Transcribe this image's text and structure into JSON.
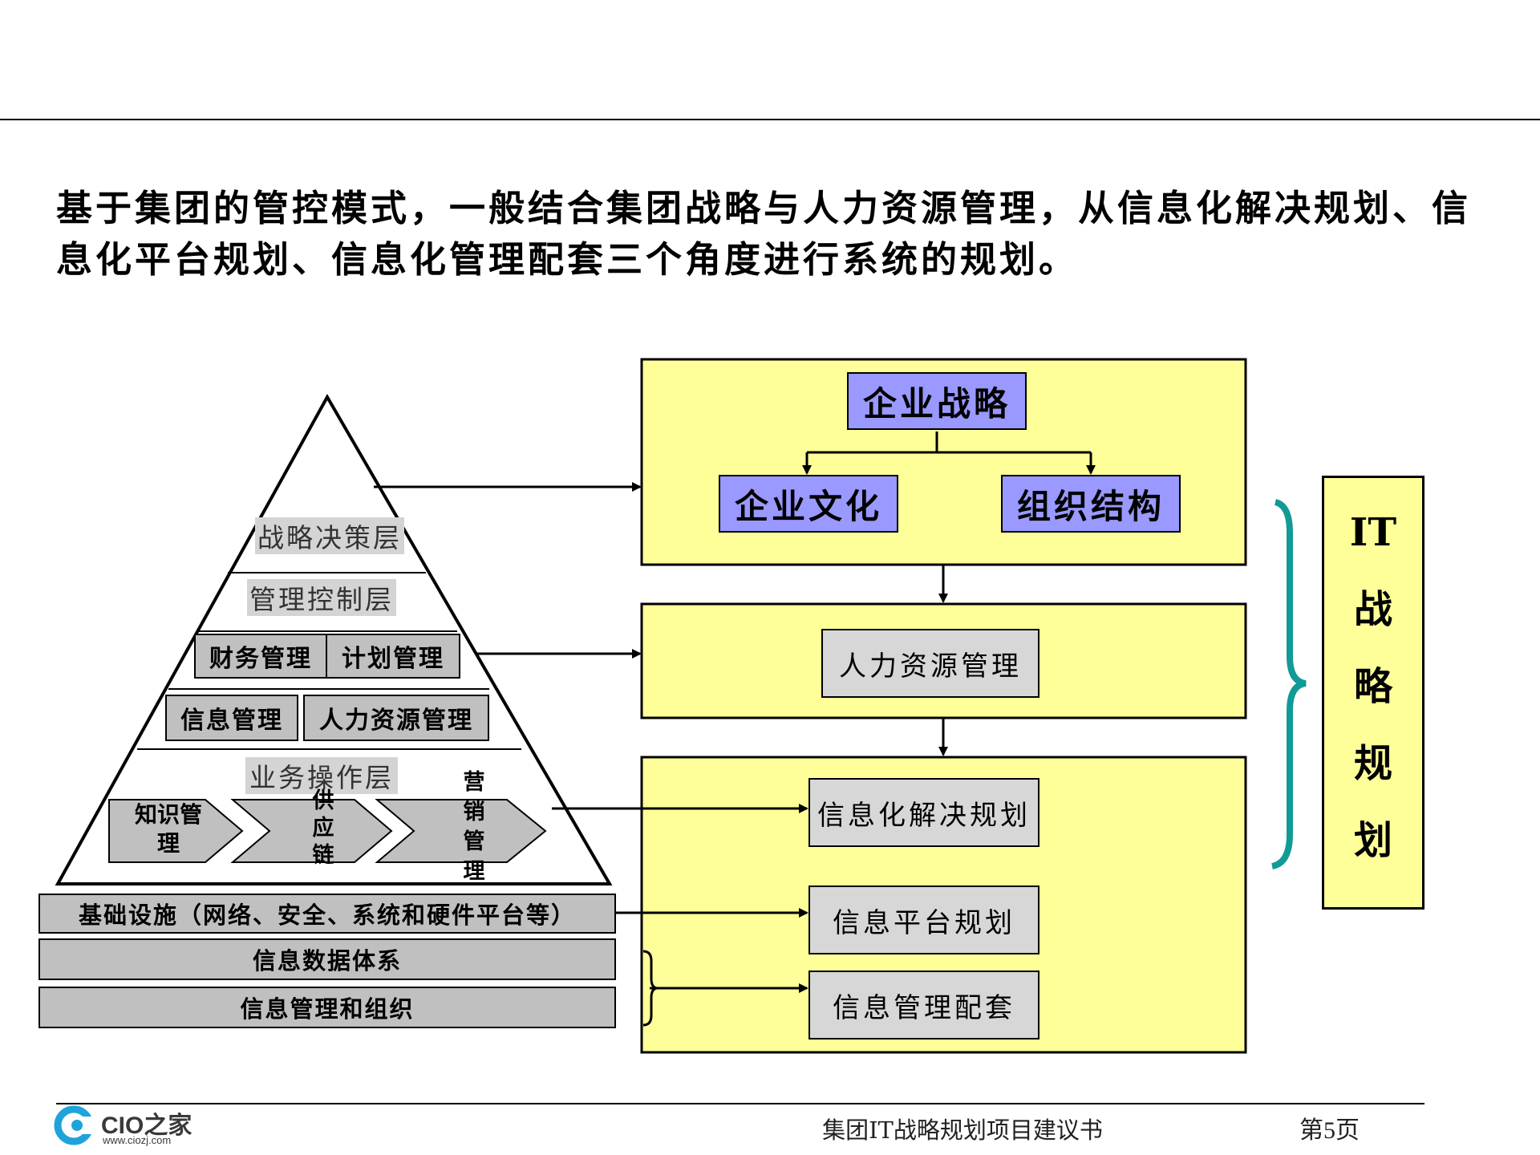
{
  "heading": "基于集团的管控模式，一般结合集团战略与人力资源管理，从信息化解决规划、信息化平台规划、信息化管理配套三个角度进行系统的规划。",
  "pyramid": {
    "layer_strategy": "战略决策层",
    "layer_control": "管理控制层",
    "finance": "财务管理",
    "plan": "计划管理",
    "info_mgmt": "信息管理",
    "hr_mgmt": "人力资源管理",
    "layer_ops": "业务操作层",
    "knowledge": "知识管\n理",
    "supply": "供\n应\n链",
    "marketing": "营\n销\n管\n理"
  },
  "bars": {
    "infrastructure": "基础设施（网络、安全、系统和硬件平台等）",
    "data_system": "信息数据体系",
    "mgmt_org": "信息管理和组织"
  },
  "right": {
    "strategy": "企业战略",
    "culture": "企业文化",
    "structure": "组织结构",
    "hr": "人力资源管理",
    "solution": "信息化解决规划",
    "platform": "信息平台规划",
    "support": "信息管理配套"
  },
  "it_label": "IT\n战\n略\n规\n划",
  "colors": {
    "yellow_panel": "#ffff99",
    "blue_box": "#9999ff",
    "grey_box": "#c0c0c0",
    "brace": "#129a96"
  },
  "footer": {
    "title": "集团IT战略规划项目建议书",
    "page": "第5页",
    "logo_text": "CIO之家",
    "logo_url": "www.ciozj.com"
  }
}
